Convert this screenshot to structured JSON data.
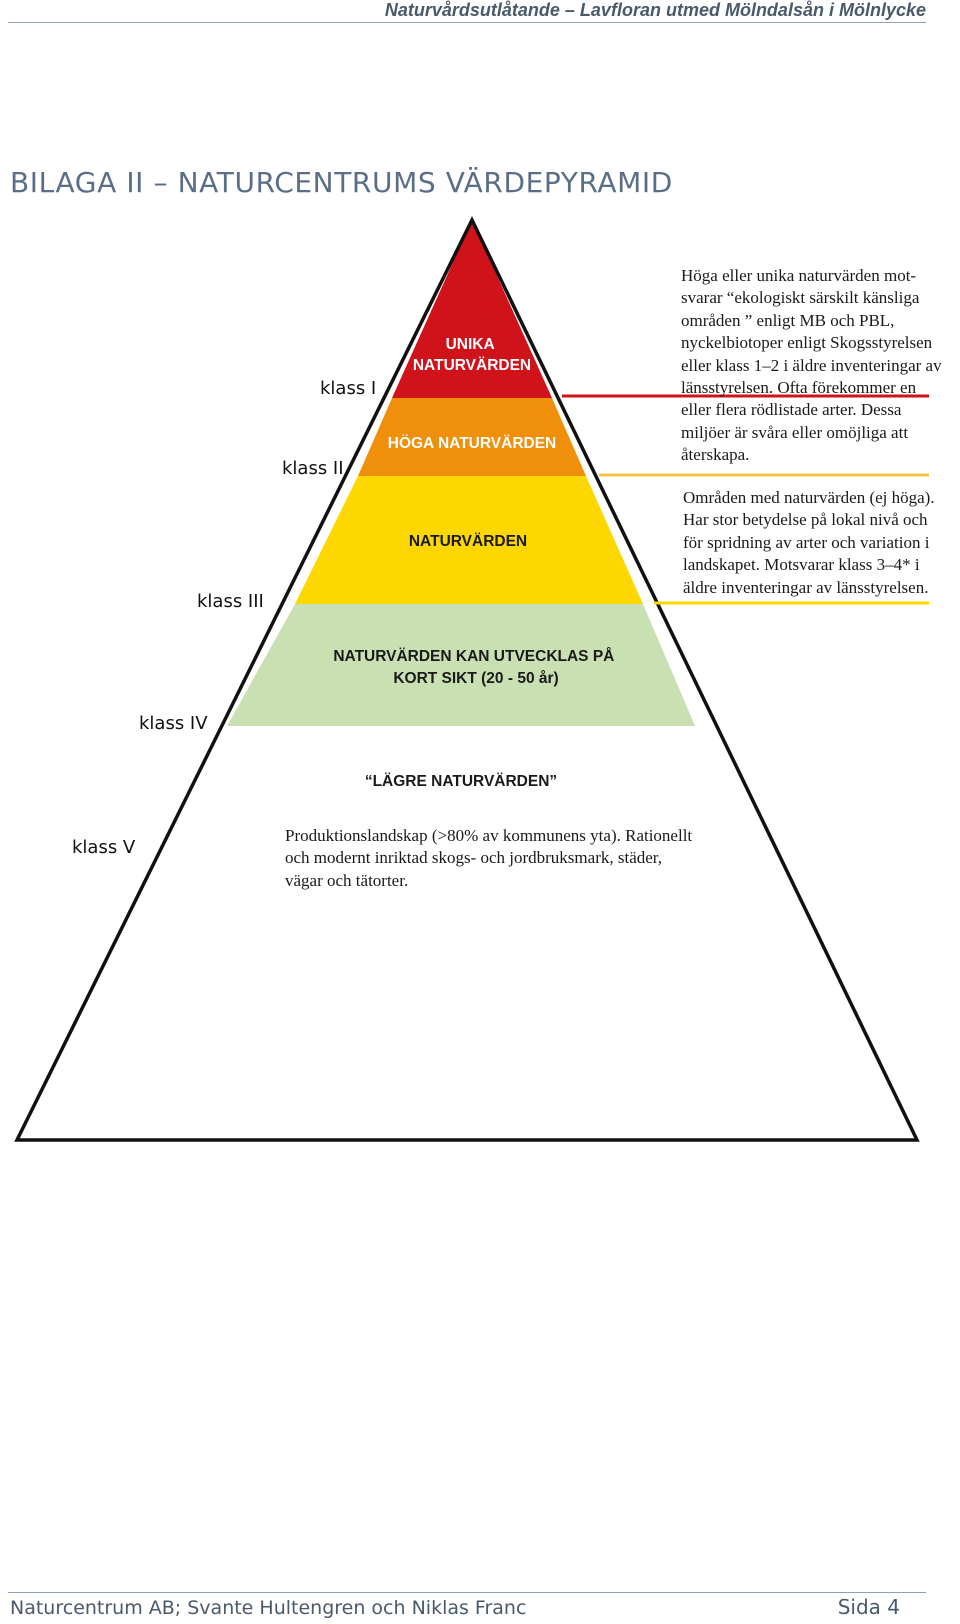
{
  "header": {
    "title": "Naturvårdsutlåtande – Lavfloran utmed Mölndalsån i Mölnlycke"
  },
  "section_title": "BILAGA II  – NATURCENTRUMS VÄRDEPYRAMID",
  "pyramid": {
    "tiers": [
      {
        "lines": [
          "UNIKA",
          "NATURVÄRDEN"
        ],
        "klass": "klass I",
        "color": "#d0121b",
        "text_color": "#ffffff"
      },
      {
        "lines": [
          "HÖGA NATURVÄRDEN"
        ],
        "klass": "klass II",
        "color": "#f0900a",
        "text_color": "#ffffff"
      },
      {
        "lines": [
          "NATURVÄRDEN"
        ],
        "klass": "klass III",
        "color": "#fcd800",
        "text_color": "#1a1a1a"
      },
      {
        "lines": [
          "NATURVÄRDEN KAN UTVECKLAS PÅ",
          "KORT SIKT (20 - 50 år)"
        ],
        "klass": "klass IV",
        "color": "#c9e0b3",
        "text_color": "#1a1a1a"
      },
      {
        "lines": [
          "“LÄGRE NATURVÄRDEN”"
        ],
        "klass": "klass V",
        "color": "#ffffff",
        "text_color": "#1a1a1a"
      }
    ],
    "descriptions": {
      "high": [
        "Höga eller unika naturvärden mot-",
        "svarar “ekologiskt särskilt känsliga",
        "områden ” enligt MB och PBL,",
        "nyckelbiotoper enligt Skogsstyrelsen",
        "eller klass 1–2 i äldre inventeringar av",
        "länsstyrelsen. Ofta förekommer en",
        "eller flera rödlistade arter. Dessa",
        "miljöer är svåra eller omöjliga att",
        "återskapa."
      ],
      "mid": [
        "Områden med naturvärden (ej höga).",
        "Har stor betydelse på lokal nivå och",
        "för spridning av arter och variation i",
        "landskapet. Motsvarar klass 3–4* i",
        "äldre inventeringar av länsstyrelsen."
      ],
      "low": [
        "Produktionslandskap (>80% av kommunens yta). Rationellt",
        "och modernt inriktad skogs- och jordbruksmark, städer,",
        "vägar och tätorter."
      ]
    }
  },
  "footer": {
    "left": "Naturcentrum AB; Svante Hultengren och Niklas Franc",
    "right": "Sida 4"
  }
}
